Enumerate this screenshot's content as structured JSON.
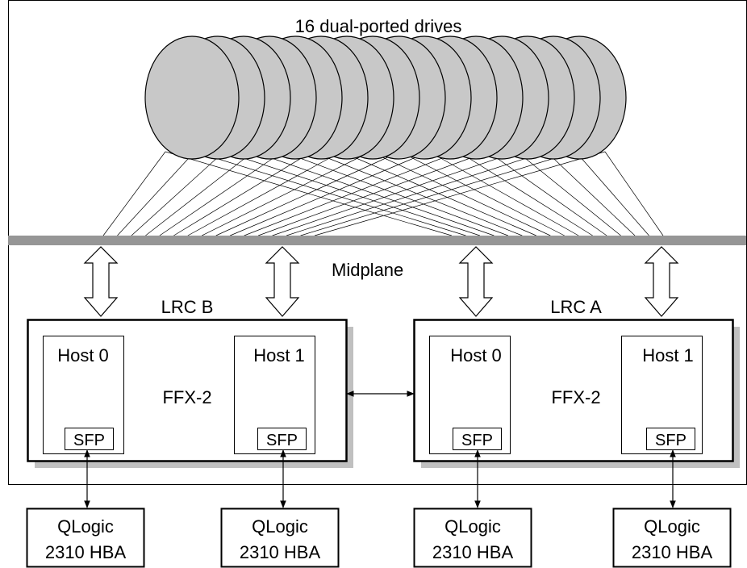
{
  "title": "16 dual-ported drives",
  "drive_count": 16,
  "midplane_label": "Midplane",
  "colors": {
    "drive_fill": "#c8c8c8",
    "midplane": "#969696",
    "shadow": "#c0c0c0",
    "line": "#000000"
  },
  "controllers": [
    {
      "label": "LRC B",
      "chip": "FFX-2",
      "hosts": [
        {
          "label": "Host 0",
          "port": "SFP"
        },
        {
          "label": "Host 1",
          "port": "SFP"
        }
      ]
    },
    {
      "label": "LRC A",
      "chip": "FFX-2",
      "hosts": [
        {
          "label": "Host 0",
          "port": "SFP"
        },
        {
          "label": "Host 1",
          "port": "SFP"
        }
      ]
    }
  ],
  "hbas": [
    {
      "line1": "QLogic",
      "line2": "2310 HBA"
    },
    {
      "line1": "QLogic",
      "line2": "2310 HBA"
    },
    {
      "line1": "QLogic",
      "line2": "2310 HBA"
    },
    {
      "line1": "QLogic",
      "line2": "2310 HBA"
    }
  ]
}
